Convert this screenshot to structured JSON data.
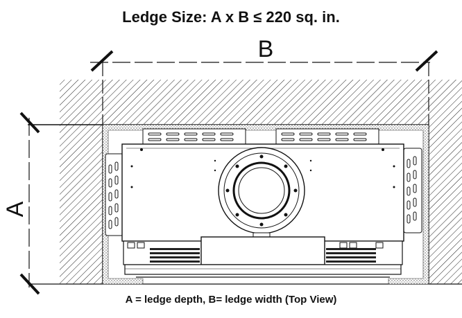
{
  "title": "Ledge Size: A x B ≤ 220 sq. in.",
  "caption": "A = ledge depth, B= ledge width (Top View)",
  "dimensions": {
    "width_label": "B",
    "depth_label": "A"
  },
  "colors": {
    "line": "#111111",
    "hatch": "#222222",
    "background": "#ffffff"
  }
}
